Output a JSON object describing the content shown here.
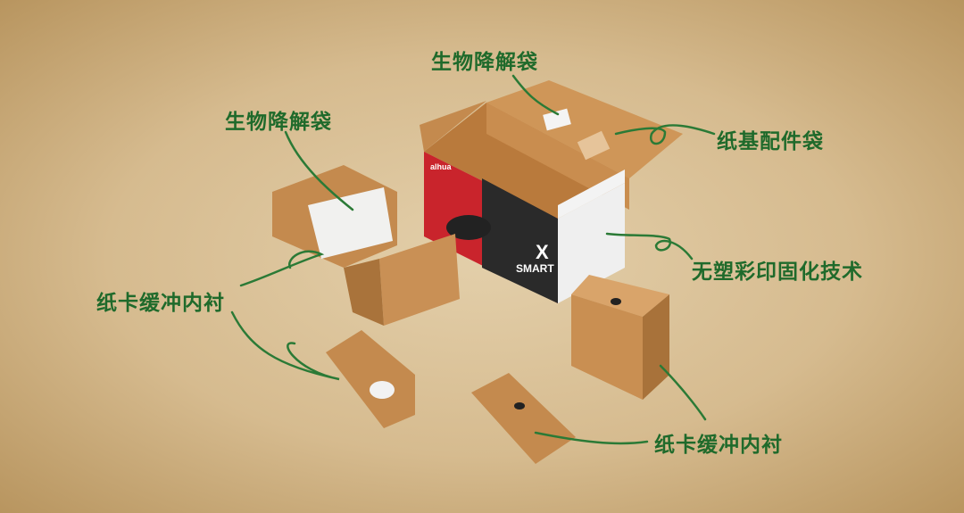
{
  "labels": {
    "bio_bag_top": "生物降解袋",
    "bio_bag_left": "生物降解袋",
    "paper_accessory_bag": "纸基配件袋",
    "plastic_free_print": "无塑彩印固化技术",
    "paper_insert_left": "纸卡缓冲内衬",
    "paper_insert_bottom": "纸卡缓冲内衬"
  },
  "box": {
    "brand": "alhua",
    "product": "SMART",
    "mark": "X"
  },
  "colors": {
    "label_green": "#1f6a2b",
    "kraft": "#c48a4e",
    "box_red": "#d4222a"
  }
}
